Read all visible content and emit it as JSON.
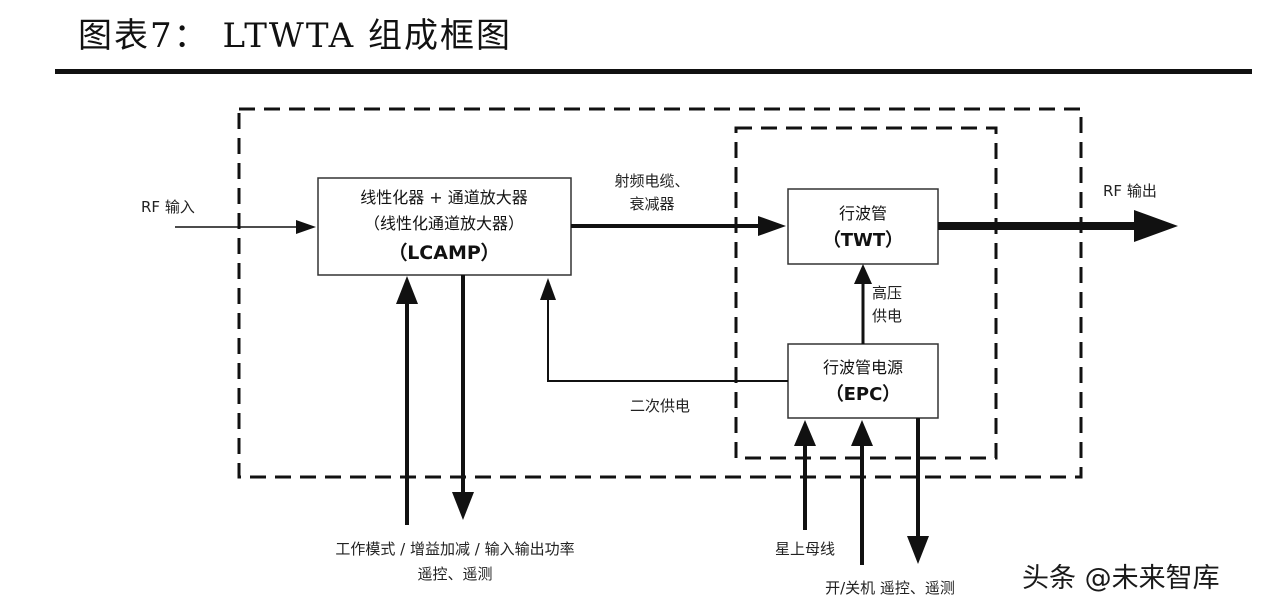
{
  "header": {
    "title": "图表7：  LTWTA 组成框图"
  },
  "blocks": {
    "lcamp": {
      "line1": "线性化器 + 通道放大器",
      "line2": "（线性化通道放大器）",
      "line3": "（LCAMP）"
    },
    "twt": {
      "line1": "行波管",
      "line2": "（TWT）"
    },
    "epc": {
      "line1": "行波管电源",
      "line2": "（EPC）"
    }
  },
  "labels": {
    "rf_in": "RF 输入",
    "rf_out": "RF 输出",
    "cable_line1": "射频电缆、",
    "cable_line2": "衰减器",
    "hv_line1": "高压",
    "hv_line2": "供电",
    "secondary_power": "二次供电",
    "lcamp_io_line1": "工作模式 / 增益加减 / 输入输出功率",
    "lcamp_io_line2": "遥控、遥测",
    "bus": "星上母线",
    "onoff": "开/关机 遥控、遥测"
  },
  "watermark": "头条 @未来智库"
}
